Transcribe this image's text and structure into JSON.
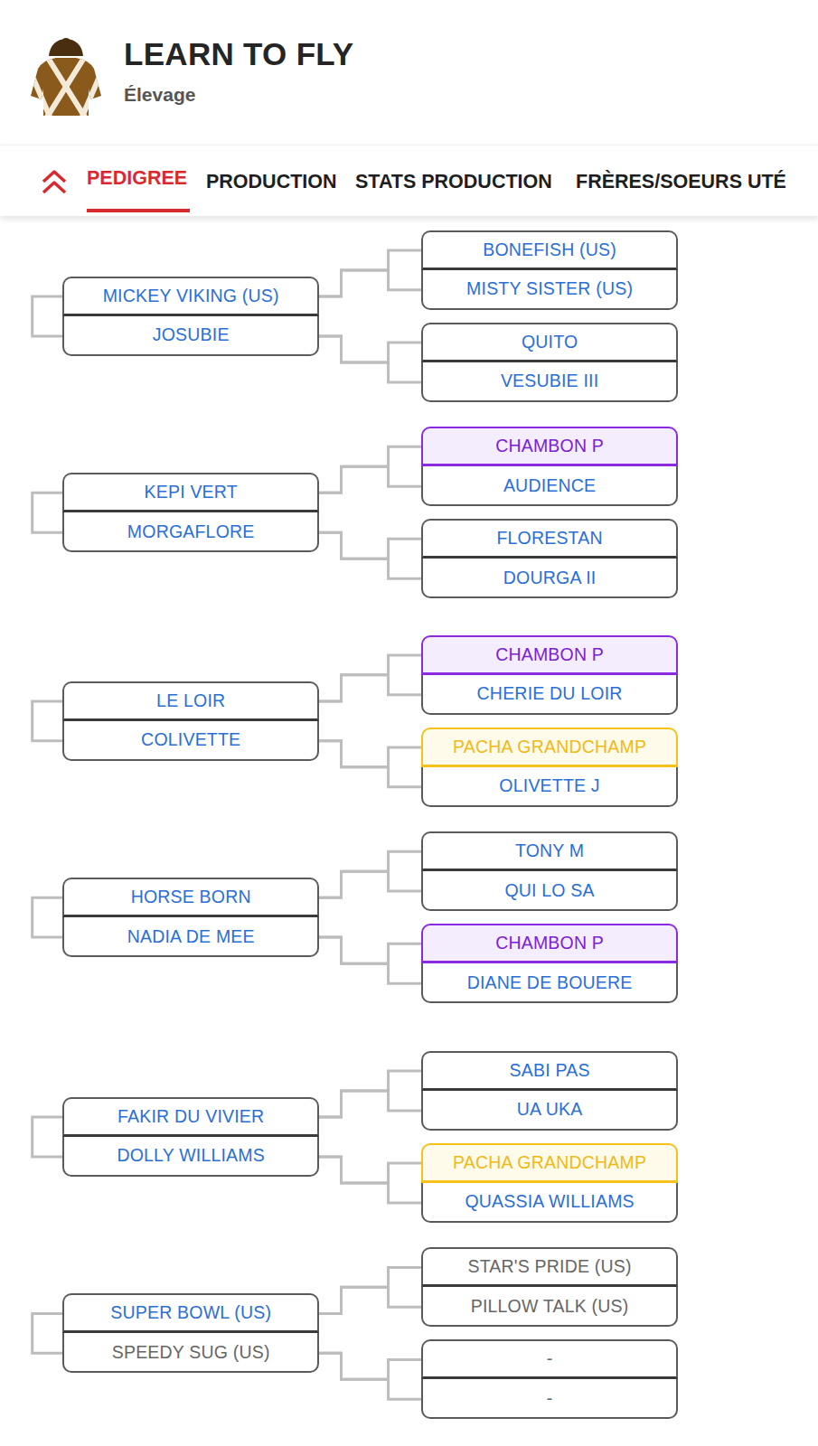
{
  "diagram": {
    "title": "LEARN TO FLY",
    "nodes": [
      {
        "text": [
          "MICKEY VIKING (US)"
        ]
      },
      {
        "text": [
          "JOSUBIE"
        ]
      },
      {
        "text": [
          "BONEFISH (US)"
        ]
      },
      {
        "text": [
          "MISTY SISTER (US)"
        ]
      },
      {
        "text": [
          "QUITO"
        ]
      },
      {
        "text": [
          "VESUBIE III"
        ]
      },
      {
        "text": [
          "KEPI VERT"
        ]
      },
      {
        "text": [
          "MORGAFLORE"
        ]
      },
      {
        "text": [
          "CHAMBON P"
        ]
      },
      {
        "text": [
          "AUDIENCE"
        ]
      },
      {
        "text": [
          "FLORESTAN"
        ]
      },
      {
        "text": [
          "DOURGA II"
        ]
      },
      {
        "text": [
          "LE LOIR"
        ]
      },
      {
        "text": [
          "COLIVETTE"
        ]
      },
      {
        "text": [
          "CHAMBON P"
        ]
      },
      {
        "text": [
          "CHERIE DU LOIR"
        ]
      },
      {
        "text": [
          "PACHA GRANDCHAMP"
        ]
      },
      {
        "text": [
          "OLIVETTE J"
        ]
      },
      {
        "text": [
          "HORSE BORN"
        ]
      },
      {
        "text": [
          "NADIA DE MEE"
        ]
      },
      {
        "text": [
          "TONY M"
        ]
      },
      {
        "text": [
          "QUI LO SA"
        ]
      },
      {
        "text": [
          "CHAMBON P"
        ]
      },
      {
        "text": [
          "DIANE DE BOUERE"
        ]
      },
      {
        "text": [
          "FAKIR DU VIVIER"
        ]
      },
      {
        "text": [
          "DOLLY WILLIAMS"
        ]
      },
      {
        "text": [
          "SABI PAS"
        ]
      },
      {
        "text": [
          "UA UKA"
        ]
      },
      {
        "text": [
          "PACHA GRANDCHAMP"
        ]
      },
      {
        "text": [
          "QUASSIA WILLIAMS"
        ]
      },
      {
        "text": [
          "SUPER BOWL (US)"
        ]
      },
      {
        "text": [
          "SPEEDY SUG (US)"
        ]
      },
      {
        "text": [
          "STAR'S PRIDE (US)"
        ]
      },
      {
        "text": [
          "PILLOW TALK (US)"
        ]
      },
      {
        "text": [
          "-"
        ]
      },
      {
        "text": [
          "-"
        ]
      }
    ],
    "edges": [
      {
        "from": 0,
        "to": 2,
        "arrow": "none"
      },
      {
        "from": 0,
        "to": 3,
        "arrow": "none"
      },
      {
        "from": 1,
        "to": 4,
        "arrow": "none"
      },
      {
        "from": 1,
        "to": 5,
        "arrow": "none"
      },
      {
        "from": 6,
        "to": 8,
        "arrow": "none"
      },
      {
        "from": 6,
        "to": 9,
        "arrow": "none"
      },
      {
        "from": 7,
        "to": 10,
        "arrow": "none"
      },
      {
        "from": 7,
        "to": 11,
        "arrow": "none"
      },
      {
        "from": 12,
        "to": 14,
        "arrow": "none"
      },
      {
        "from": 12,
        "to": 15,
        "arrow": "none"
      },
      {
        "from": 13,
        "to": 16,
        "arrow": "none"
      },
      {
        "from": 13,
        "to": 17,
        "arrow": "none"
      },
      {
        "from": 18,
        "to": 20,
        "arrow": "none"
      },
      {
        "from": 18,
        "to": 21,
        "arrow": "none"
      },
      {
        "from": 19,
        "to": 22,
        "arrow": "none"
      },
      {
        "from": 19,
        "to": 23,
        "arrow": "none"
      },
      {
        "from": 24,
        "to": 26,
        "arrow": "none"
      },
      {
        "from": 24,
        "to": 27,
        "arrow": "none"
      },
      {
        "from": 25,
        "to": 28,
        "arrow": "none"
      },
      {
        "from": 25,
        "to": 29,
        "arrow": "none"
      },
      {
        "from": 30,
        "to": 32,
        "arrow": "none"
      },
      {
        "from": 30,
        "to": 33,
        "arrow": "none"
      },
      {
        "from": 31,
        "to": 34,
        "arrow": "none"
      },
      {
        "from": 31,
        "to": 35,
        "arrow": "none"
      }
    ],
    "labels": [
      "Élevage",
      "PEDIGREE",
      "PRODUCTION",
      "STATS PRODUCTION",
      "FRÈRES/SOEURS UTÉ"
    ]
  }
}
